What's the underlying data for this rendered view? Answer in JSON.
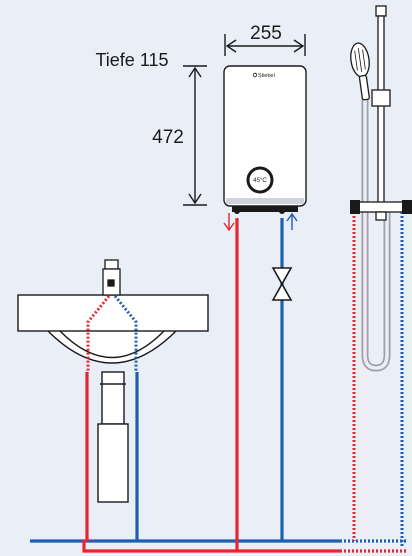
{
  "diagram": {
    "depth_label": "Tiefe 115",
    "width_label": "255",
    "height_label": "472",
    "heater_brand": "Stiebel",
    "display_text": "45°C",
    "hot_color": "#e8262d",
    "cold_color": "#1f5fb0",
    "outline_color": "#1a1a1a"
  }
}
